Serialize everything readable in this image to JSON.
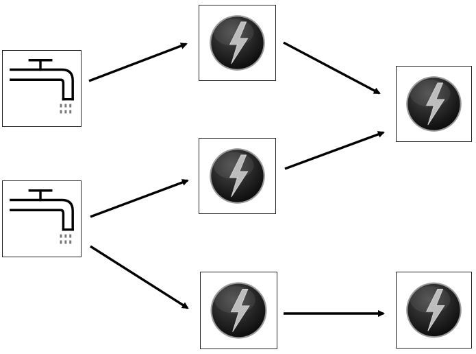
{
  "diagram": {
    "nodes": [
      {
        "id": "faucet-1",
        "icon": "faucet-icon"
      },
      {
        "id": "faucet-2",
        "icon": "faucet-icon"
      },
      {
        "id": "bolt-1",
        "icon": "lightning-bolt-icon"
      },
      {
        "id": "bolt-2",
        "icon": "lightning-bolt-icon"
      },
      {
        "id": "bolt-3",
        "icon": "lightning-bolt-icon"
      },
      {
        "id": "bolt-4",
        "icon": "lightning-bolt-icon"
      },
      {
        "id": "bolt-5",
        "icon": "lightning-bolt-icon"
      }
    ],
    "edges": [
      {
        "from": "faucet-1",
        "to": "bolt-1"
      },
      {
        "from": "bolt-1",
        "to": "bolt-4"
      },
      {
        "from": "bolt-2",
        "to": "bolt-4"
      },
      {
        "from": "faucet-2",
        "to": "bolt-2"
      },
      {
        "from": "faucet-2",
        "to": "bolt-3"
      },
      {
        "from": "bolt-3",
        "to": "bolt-5"
      }
    ],
    "colors": {
      "line": "#000000",
      "icon_dark": "#1a1a1a",
      "bolt": "#bdbdbd",
      "border": "#222222"
    }
  }
}
